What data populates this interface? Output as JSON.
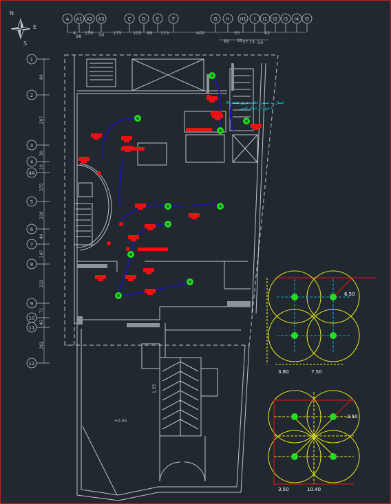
{
  "compass": {
    "n": "N",
    "e": "E",
    "s": "S"
  },
  "grid_top": [
    "A",
    "A1",
    "A2",
    "A3",
    "C",
    "D",
    "E",
    "F",
    "G",
    "H",
    "H1",
    "I",
    "I1",
    "I2",
    "I3",
    "I4",
    "I5"
  ],
  "dims_top_row1": [
    "4",
    "150",
    "50",
    "175",
    "105",
    "96",
    "115",
    "402",
    "55",
    "42"
  ],
  "dims_top_row2": [
    "98",
    "80",
    "30",
    "37",
    "15",
    "50"
  ],
  "grid_left": [
    "1",
    "2",
    "3",
    "4",
    "4A",
    "5",
    "6",
    "7",
    "8",
    "9",
    "10",
    "11",
    "12"
  ],
  "dims_left": [
    "80",
    "207",
    "30",
    "10",
    "275",
    "210",
    "44",
    "147",
    "232",
    "71",
    "45",
    "262"
  ],
  "note": {
    "line1": "اتصال به صمتی اعلام حریق طبقه بالا",
    "line2": "با عبور از شبکه کشی"
  },
  "level_mark": "+0.05",
  "stair_mark": "1.25",
  "detail1": {
    "radius_label": "6.50",
    "dim_left": "3.80",
    "dim_right": "7.50"
  },
  "detail2": {
    "radius_label": "2.50",
    "dim_left": "3.50",
    "dim_right": "10.40"
  },
  "colors": {
    "background": "#212830",
    "lines": "#bfc4c8",
    "detector": "#22dd22",
    "cable": "#1a1aa8",
    "device": "#ee1111",
    "coverage": "#e6e61a",
    "centerline": "#00d2ff",
    "note": "#00e8ff"
  },
  "icons": [
    "compass-icon",
    "smoke-detector-icon",
    "manual-call-point-icon",
    "sounder-icon"
  ]
}
